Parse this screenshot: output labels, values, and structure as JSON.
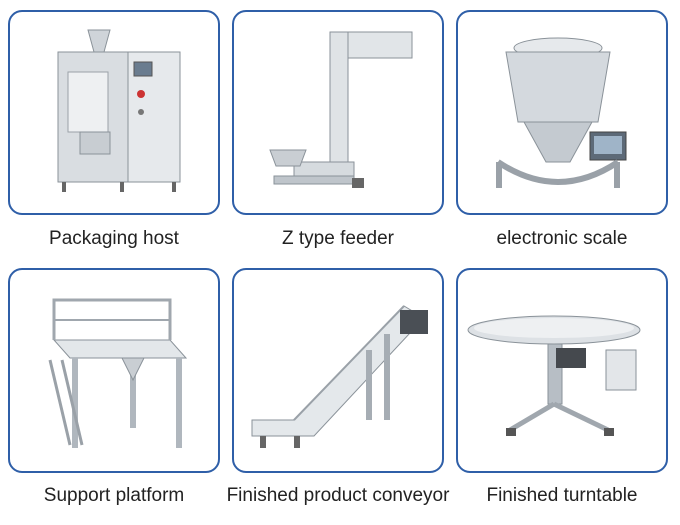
{
  "products": [
    {
      "label": "Packaging host",
      "icon": "vertical-packaging-machine-icon"
    },
    {
      "label": "Z type feeder",
      "icon": "z-type-feeder-icon"
    },
    {
      "label": "electronic scale",
      "icon": "multihead-weigher-icon"
    },
    {
      "label": "Support platform",
      "icon": "support-platform-icon"
    },
    {
      "label": "Finished product conveyor",
      "icon": "inclined-conveyor-icon"
    },
    {
      "label": "Finished turntable",
      "icon": "rotary-turntable-icon"
    }
  ],
  "colors": {
    "card_border": "#2f5fa8",
    "steel_light": "#e4e7ea",
    "steel_mid": "#b9bfc6",
    "steel_dark": "#7d858d",
    "text": "#222222"
  }
}
